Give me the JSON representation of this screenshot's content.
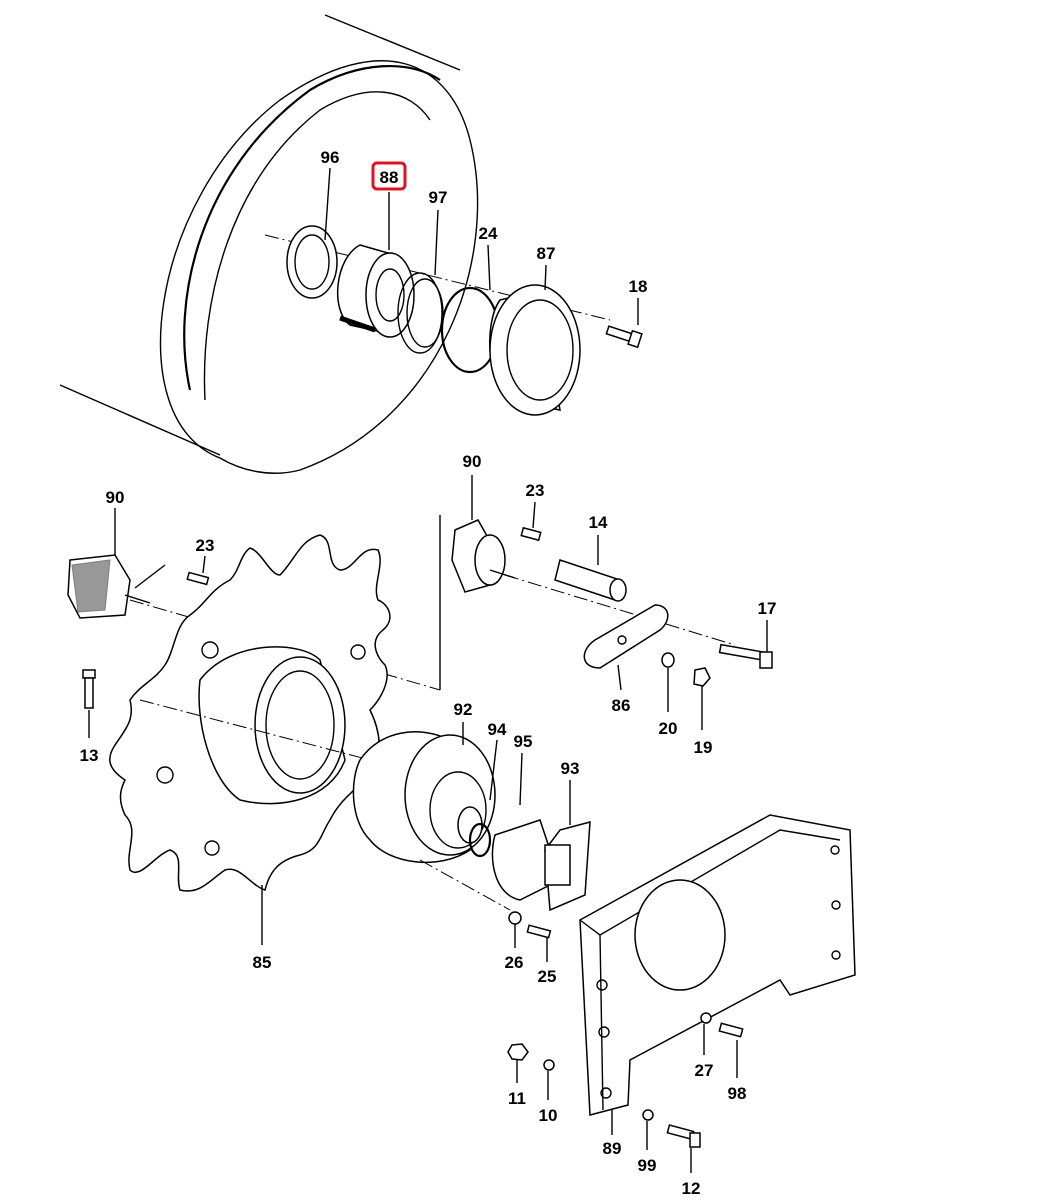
{
  "diagram": {
    "highlight_color": "#e0141e",
    "highlighted_part": "88",
    "labels": {
      "p96": "96",
      "p88": "88",
      "p97": "97",
      "p24": "24",
      "p87": "87",
      "p18": "18",
      "p90a": "90",
      "p23a": "23",
      "p14": "14",
      "p17": "17",
      "p90b": "90",
      "p23b": "23",
      "p86": "86",
      "p20": "20",
      "p19": "19",
      "p13": "13",
      "p92": "92",
      "p94": "94",
      "p95": "95",
      "p93": "93",
      "p85": "85",
      "p26": "26",
      "p25": "25",
      "p27": "27",
      "p98": "98",
      "p11": "11",
      "p10": "10",
      "p89": "89",
      "p99": "99",
      "p12": "12"
    }
  }
}
